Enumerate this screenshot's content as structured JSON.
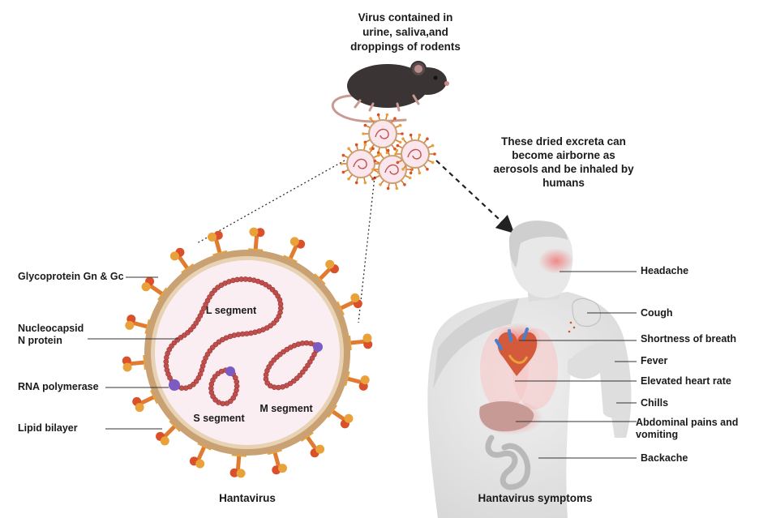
{
  "rodent_note": [
    "Virus contained in",
    "urine, saliva,and",
    "droppings of rodents"
  ],
  "aerosol_note": [
    "These dried excreta can",
    "become airborne as",
    "aerosols and be inhaled by",
    "humans"
  ],
  "virus": {
    "caption": "Hantavirus",
    "labels": {
      "glycoprotein": "Glycoprotein Gn & Gc",
      "nucleocapsid_1": "Nucleocapsid",
      "nucleocapsid_2": "N protein",
      "rna_polymerase": "RNA polymerase",
      "lipid_bilayer": "Lipid bilayer",
      "l_segment": "L segment",
      "s_segment": "S segment",
      "m_segment": "M segment"
    }
  },
  "symptoms": {
    "caption": "Hantavirus symptoms",
    "items": [
      "Headache",
      "Cough",
      "Shortness of breath",
      "Fever",
      "Elevated heart rate",
      "Chills",
      "Abdominal pains and",
      "vomiting",
      "Backache"
    ]
  },
  "colors": {
    "membrane": "#c9a173",
    "interior": "#fbeef3",
    "rna": "#c0504d",
    "polymerase": "#7b5cc4",
    "spike_stem": "#e07b30",
    "spike_red": "#d9502b",
    "spike_yellow": "#e9a13a",
    "mouse": "#3b3434",
    "body": "#e6e6e6",
    "highlight": "#f06a6a"
  }
}
